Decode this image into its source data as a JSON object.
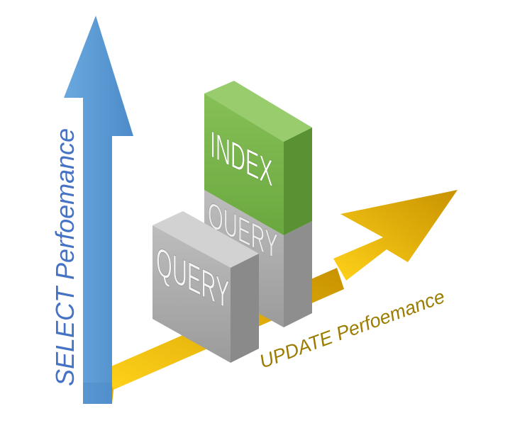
{
  "labels": {
    "y_axis": "SELECT Perfoemance",
    "x_axis": "UPDATE Perfoemance",
    "top_block": "INDEX",
    "back_block": "QUERY",
    "front_block": "QUERY"
  },
  "colors": {
    "select_arrow": "#5b9bd5",
    "update_arrow": "#f2b90f",
    "index_block": "#70ad47",
    "query_block": "#a6a6a6",
    "y_label_text": "#4472c4",
    "x_label_text": "#9c7c00"
  }
}
